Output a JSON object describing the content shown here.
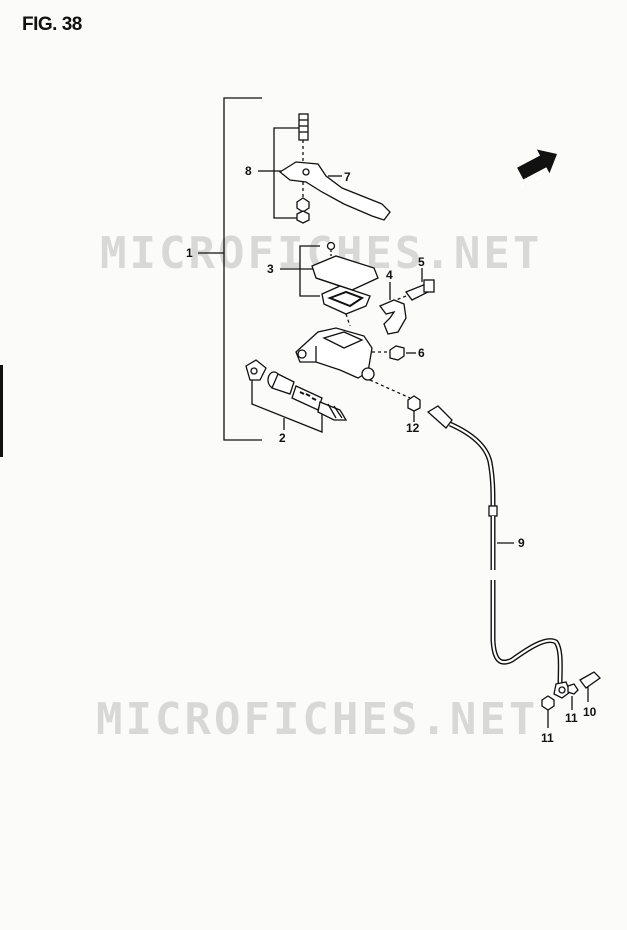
{
  "figure": {
    "title": "FIG. 38"
  },
  "watermark": {
    "text": "MICROFICHES.NET"
  },
  "front_marker": {
    "label": "FWD",
    "icon": "front-arrow-icon"
  },
  "callouts": [
    {
      "id": "1",
      "label": "1"
    },
    {
      "id": "2",
      "label": "2"
    },
    {
      "id": "3",
      "label": "3"
    },
    {
      "id": "4",
      "label": "4"
    },
    {
      "id": "5",
      "label": "5"
    },
    {
      "id": "6",
      "label": "6"
    },
    {
      "id": "7",
      "label": "7"
    },
    {
      "id": "8",
      "label": "8"
    },
    {
      "id": "9",
      "label": "9"
    },
    {
      "id": "10",
      "label": "10"
    },
    {
      "id": "11a",
      "label": "11"
    },
    {
      "id": "11b",
      "label": "11"
    },
    {
      "id": "12",
      "label": "12"
    }
  ],
  "colors": {
    "line": "#111111",
    "watermark": "#a0a0a0",
    "paper": "#fbfbf9"
  }
}
